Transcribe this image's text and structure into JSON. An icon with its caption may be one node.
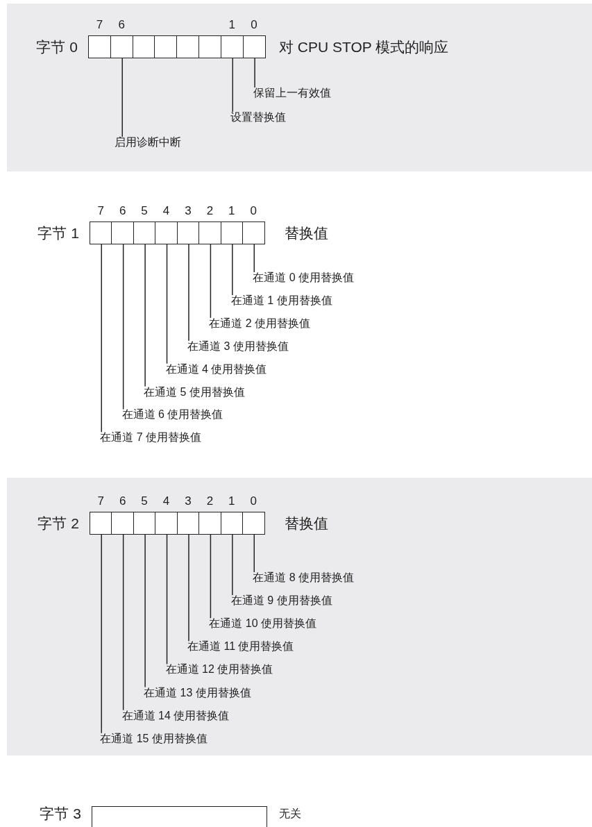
{
  "diagram": {
    "nodes": [
      {
        "text": [],
        "shape": "band"
      },
      {
        "text": [
          "字节 0"
        ],
        "beside": [
          "对 CPU STOP 模式的响应"
        ],
        "in": 0
      },
      {
        "text": [
          "7"
        ],
        "in": 1
      },
      {
        "text": [
          "6"
        ],
        "in": 1
      },
      {
        "text": [],
        "shape": "box",
        "in": 1
      },
      {
        "text": [],
        "shape": "box",
        "in": 1
      },
      {
        "text": [],
        "shape": "box",
        "in": 1
      },
      {
        "text": [],
        "shape": "box",
        "in": 1
      },
      {
        "text": [
          "1"
        ],
        "in": 1
      },
      {
        "text": [
          "0"
        ],
        "in": 1
      },
      {
        "text": [
          "保留上一有效值"
        ],
        "in": 0
      },
      {
        "text": [
          "设置替换值"
        ],
        "in": 0
      },
      {
        "text": [
          "启用诊断中断"
        ],
        "in": 0
      },
      {
        "text": [
          "字节 1"
        ],
        "beside": [
          "替换值"
        ]
      },
      {
        "text": [
          "7"
        ],
        "in": 13
      },
      {
        "text": [
          "6"
        ],
        "in": 13
      },
      {
        "text": [
          "5"
        ],
        "in": 13
      },
      {
        "text": [
          "4"
        ],
        "in": 13
      },
      {
        "text": [
          "3"
        ],
        "in": 13
      },
      {
        "text": [
          "2"
        ],
        "in": 13
      },
      {
        "text": [
          "1"
        ],
        "in": 13
      },
      {
        "text": [
          "0"
        ],
        "in": 13
      },
      {
        "text": [
          "在通道 0 使用替换值"
        ]
      },
      {
        "text": [
          "在通道 1 使用替换值"
        ]
      },
      {
        "text": [
          "在通道 2 使用替换值"
        ]
      },
      {
        "text": [
          "在通道 3 使用替换值"
        ]
      },
      {
        "text": [
          "在通道 4 使用替换值"
        ]
      },
      {
        "text": [
          "在通道 5 使用替换值"
        ]
      },
      {
        "text": [
          "在通道 6 使用替换值"
        ]
      },
      {
        "text": [
          "在通道 7 使用替换值"
        ]
      },
      {
        "text": [],
        "shape": "band"
      },
      {
        "text": [
          "字节 2"
        ],
        "beside": [
          "替换值"
        ],
        "in": 30
      },
      {
        "text": [
          "7"
        ],
        "in": 31
      },
      {
        "text": [
          "6"
        ],
        "in": 31
      },
      {
        "text": [
          "5"
        ],
        "in": 31
      },
      {
        "text": [
          "4"
        ],
        "in": 31
      },
      {
        "text": [
          "3"
        ],
        "in": 31
      },
      {
        "text": [
          "2"
        ],
        "in": 31
      },
      {
        "text": [
          "1"
        ],
        "in": 31
      },
      {
        "text": [
          "0"
        ],
        "in": 31
      },
      {
        "text": [
          "在通道 8 使用替换值"
        ],
        "in": 30
      },
      {
        "text": [
          "在通道 9 使用替换值"
        ],
        "in": 30
      },
      {
        "text": [
          "在通道 10 使用替换值"
        ],
        "in": 30
      },
      {
        "text": [
          "在通道 11 使用替换值"
        ],
        "in": 30
      },
      {
        "text": [
          "在通道 12 使用替换值"
        ],
        "in": 30
      },
      {
        "text": [
          "在通道 13 使用替换值"
        ],
        "in": 30
      },
      {
        "text": [
          "在通道 14 使用替换值"
        ],
        "in": 30
      },
      {
        "text": [
          "在通道 15 使用替换值"
        ],
        "in": 30
      },
      {
        "text": [
          "字节 3"
        ],
        "beside": [
          "无关"
        ]
      }
    ],
    "edges": [
      {
        "from": 10,
        "to": 9,
        "arrow": "none"
      },
      {
        "from": 11,
        "to": 8,
        "arrow": "none"
      },
      {
        "from": 12,
        "to": 3,
        "arrow": "none"
      },
      {
        "from": 22,
        "to": 21,
        "arrow": "none"
      },
      {
        "from": 23,
        "to": 20,
        "arrow": "none"
      },
      {
        "from": 24,
        "to": 19,
        "arrow": "none"
      },
      {
        "from": 25,
        "to": 18,
        "arrow": "none"
      },
      {
        "from": 26,
        "to": 17,
        "arrow": "none"
      },
      {
        "from": 27,
        "to": 16,
        "arrow": "none"
      },
      {
        "from": 28,
        "to": 15,
        "arrow": "none"
      },
      {
        "from": 29,
        "to": 14,
        "arrow": "none"
      },
      {
        "from": 40,
        "to": 39,
        "arrow": "none"
      },
      {
        "from": 41,
        "to": 38,
        "arrow": "none"
      },
      {
        "from": 42,
        "to": 37,
        "arrow": "none"
      },
      {
        "from": 43,
        "to": 36,
        "arrow": "none"
      },
      {
        "from": 44,
        "to": 35,
        "arrow": "none"
      },
      {
        "from": 45,
        "to": 34,
        "arrow": "none"
      },
      {
        "from": 46,
        "to": 33,
        "arrow": "none"
      },
      {
        "from": 47,
        "to": 32,
        "arrow": "none"
      }
    ]
  }
}
